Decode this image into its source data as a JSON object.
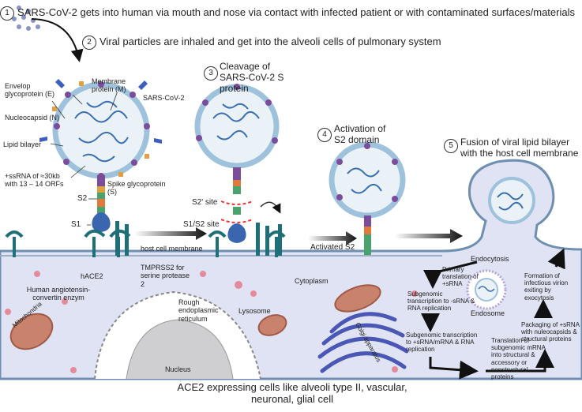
{
  "steps": [
    {
      "num": "1",
      "text": "SARS-CoV-2 gets into human via mouth and nose via contact with infected patient or with contaminated surfaces/materials"
    },
    {
      "num": "2",
      "text": "Viral particles are inhaled and get into the alveoli cells of pulmonary system"
    },
    {
      "num": "3",
      "text": "Cleavage of SARS-CoV-2 S protein"
    },
    {
      "num": "4",
      "text": "Activation of S2 domain"
    },
    {
      "num": "5",
      "text": "Fusion of viral lipid bilayer with the host cell membrane"
    }
  ],
  "virus_labels": {
    "envelope": "Envelop glycoprotein (E)",
    "membrane": "Membrane protein (M)",
    "virus_name": "SARS-CoV-2",
    "nucleocapsid": "Nucleocapsid (N)",
    "lipid_bilayer": "Lipid bilayer",
    "rna": "+ssRNA of ≈30kb with 13 – 14 ORFs",
    "spike": "Spike glycoprotein (S)",
    "s2": "S2",
    "s1": "S1"
  },
  "cleavage_labels": {
    "s2_prime": "S2' site",
    "s1_s2": "S1/S2 site",
    "host_membrane": "host cell membrane",
    "activated_s2": "Activated S2"
  },
  "cell_labels": {
    "hace2": "hACE2",
    "ace2_full": "Human angiotensin-convertin enzym",
    "tmprss2": "TMPRSS2 for serine protease 2",
    "cytoplasm": "Cytoplasm",
    "rough_er": "Rough endoplasmic reticulum",
    "lysosome": "Lysosome",
    "mitochondria": "Mitochondria",
    "golgi": "Golgi apparatus",
    "nucleus": "Nucleus",
    "endocytosis": "Endocytosis",
    "endosome": "Endosome"
  },
  "flow": {
    "primary_translation": "Primary translation of +sRNA",
    "subgenomic_minus": "Subgenomic transcription to -sRNA & RNA replication",
    "subgenomic_plus": "Subgenomic transcription to +sRNA/mRNA & RNA replication",
    "translation": "Translation of subgenomic mRNA into structural & accessory or nonstructural proteins",
    "packaging": "Packaging of +sRNA with nuleocapsids & structural proteins",
    "formation": "Formation of infectious virion exiting by exocytosis"
  },
  "caption": "ACE2 expressing cells like alveoli type II, vascular, neuronal, glial cell",
  "colors": {
    "cell_fill": "#dfe3f3",
    "membrane": "#5b7fa3",
    "virus_shell": "#cfe1ee",
    "rna": "#3a6fb0",
    "spike_purple": "#7b4c9b",
    "mito": "#c9826b",
    "golgi": "#4a57b5",
    "receptor_teal": "#1f6f78"
  }
}
